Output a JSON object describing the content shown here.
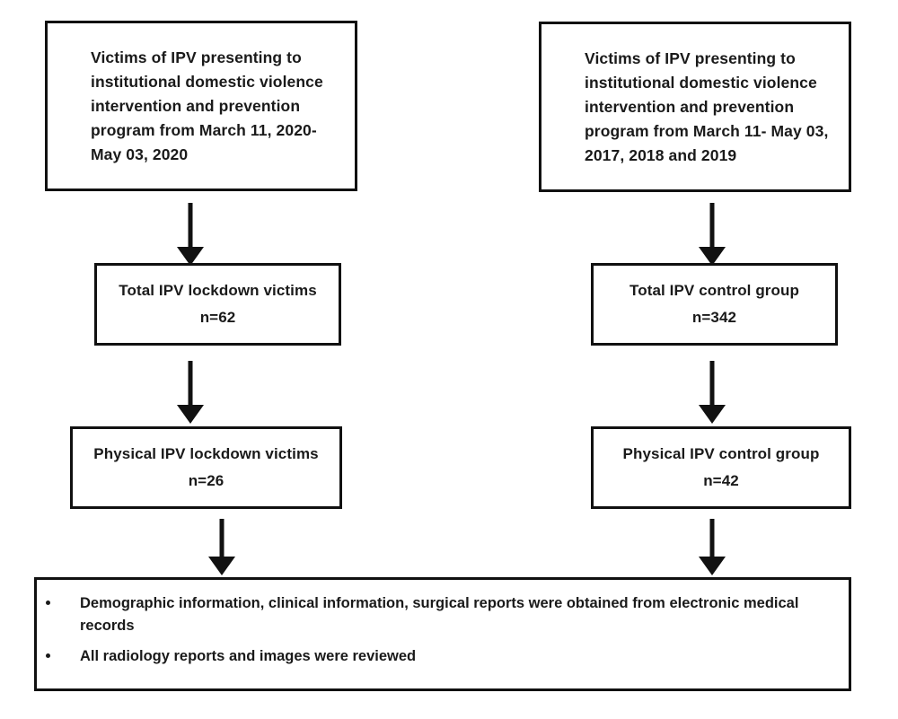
{
  "diagram": {
    "title": "IPV study flow diagram",
    "accent_color": "#111111",
    "text_color": "#1a1a1a",
    "background_color": "#ffffff"
  },
  "nodes": {
    "lockdown_source": {
      "label": "Victims of IPV presenting to institutional domestic violence intervention and prevention program from March 11, 2020- May 03, 2020"
    },
    "control_source": {
      "label": "Victims of IPV presenting to institutional domestic violence intervention and prevention program from March 11- May 03, 2017, 2018 and 2019"
    },
    "total_lockdown": {
      "line1": "Total IPV lockdown victims",
      "line2": "n=62",
      "count": 62
    },
    "total_control": {
      "line1": "Total IPV control group",
      "line2": "n=342",
      "count": 342
    },
    "physical_lockdown": {
      "line1": "Physical IPV lockdown victims",
      "line2": "n=26",
      "count": 26
    },
    "physical_control": {
      "line1": "Physical IPV control group",
      "line2": "n=42",
      "count": 42
    },
    "methods": {
      "bullets": [
        "Demographic information, clinical information, surgical reports were obtained from electronic medical records",
        "All radiology reports and images were reviewed"
      ]
    }
  },
  "arrows": {
    "left_1": "arrow-down",
    "left_2": "arrow-down",
    "left_3": "arrow-down",
    "right_1": "arrow-down",
    "right_2": "arrow-down",
    "right_3": "arrow-down"
  }
}
